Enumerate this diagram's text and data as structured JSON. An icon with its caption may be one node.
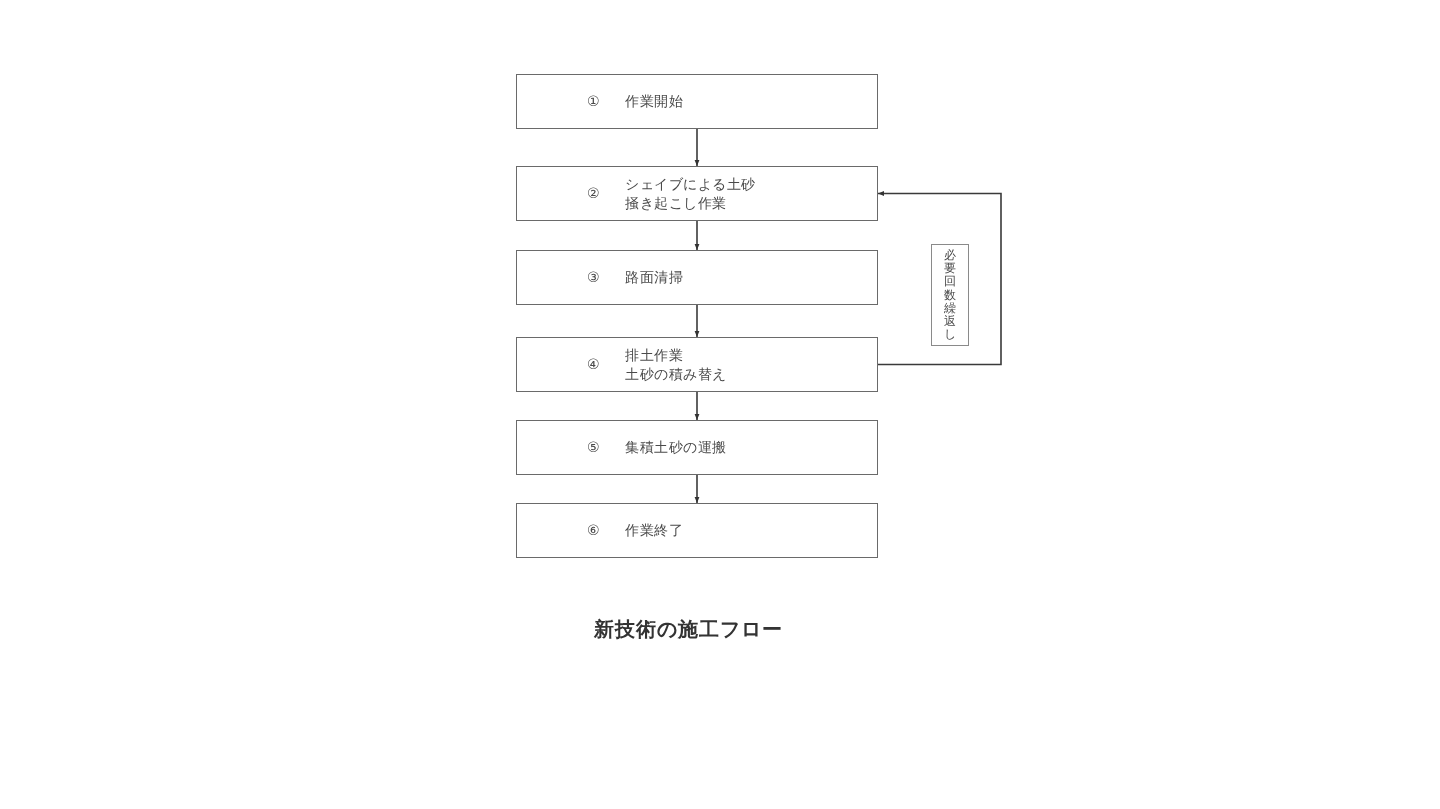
{
  "diagram": {
    "caption": "新技術の施工フロー",
    "nodes": [
      {
        "text": [
          "①",
          "作業開始"
        ]
      },
      {
        "text": [
          "②",
          "シェイブによる土砂掻き起こし作業"
        ]
      },
      {
        "text": [
          "③",
          "路面清掃"
        ]
      },
      {
        "text": [
          "④",
          "排土作業",
          "土砂の積み替え"
        ]
      },
      {
        "text": [
          "⑤",
          "集積土砂の運搬"
        ]
      },
      {
        "text": [
          "⑥",
          "作業終了"
        ]
      }
    ],
    "edges": [
      {
        "from": 0,
        "to": 1,
        "arrow": "to"
      },
      {
        "from": 1,
        "to": 2,
        "arrow": "to"
      },
      {
        "from": 2,
        "to": 3,
        "arrow": "to"
      },
      {
        "from": 3,
        "to": 4,
        "arrow": "to"
      },
      {
        "from": 4,
        "to": 5,
        "arrow": "to"
      },
      {
        "from": 3,
        "to": 1,
        "arrow": "to",
        "label": "必要回数繰返し"
      }
    ]
  }
}
